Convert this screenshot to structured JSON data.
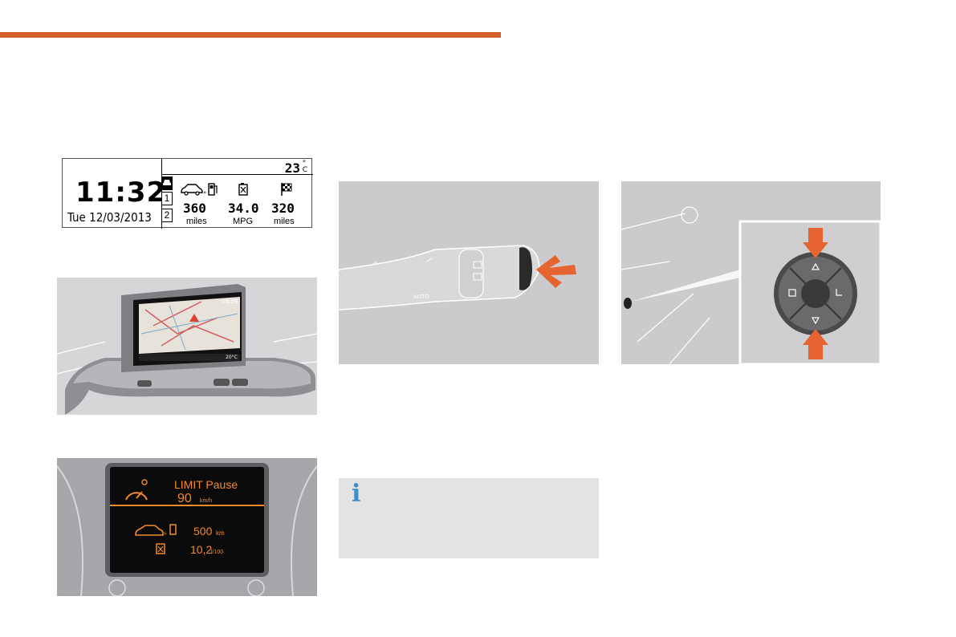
{
  "header_bar_color": "#d4602e",
  "trip_display": {
    "time": "11:32",
    "date": "Tue 12/03/2013",
    "temperature": "23",
    "temperature_unit": "°C",
    "tabs": [
      "car-icon",
      "1",
      "2"
    ],
    "icons": [
      "car-to-pump-icon",
      "fuel-can-icon",
      "checkered-flag-icon"
    ],
    "readings": [
      {
        "value": "360",
        "unit": "miles"
      },
      {
        "value": "34.0",
        "unit": "MPG"
      },
      {
        "value": "320",
        "unit": "miles"
      }
    ]
  },
  "nav_screen": {
    "clock": "14:28",
    "temp": "20°C"
  },
  "instrument_screen": {
    "limit_label": "LIMIT Pause",
    "speed_value": "90",
    "speed_unit": "km/h",
    "range_value": "500",
    "range_unit": "km",
    "consumption_value": "10,2",
    "consumption_unit": "l/100"
  },
  "info_box": {
    "icon": "info-icon",
    "letter": "i"
  },
  "stalk_label": "AUTO",
  "accent_color": "#e5642f"
}
